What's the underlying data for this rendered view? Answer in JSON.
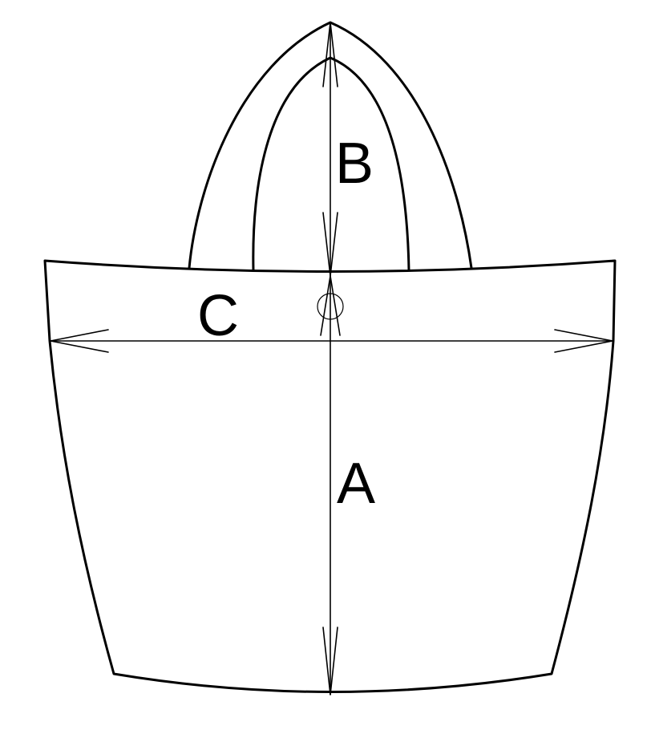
{
  "diagram": {
    "labels": {
      "a": "A",
      "b": "B",
      "c": "C"
    },
    "colors": {
      "line": "#000000",
      "background": "#ffffff"
    }
  }
}
